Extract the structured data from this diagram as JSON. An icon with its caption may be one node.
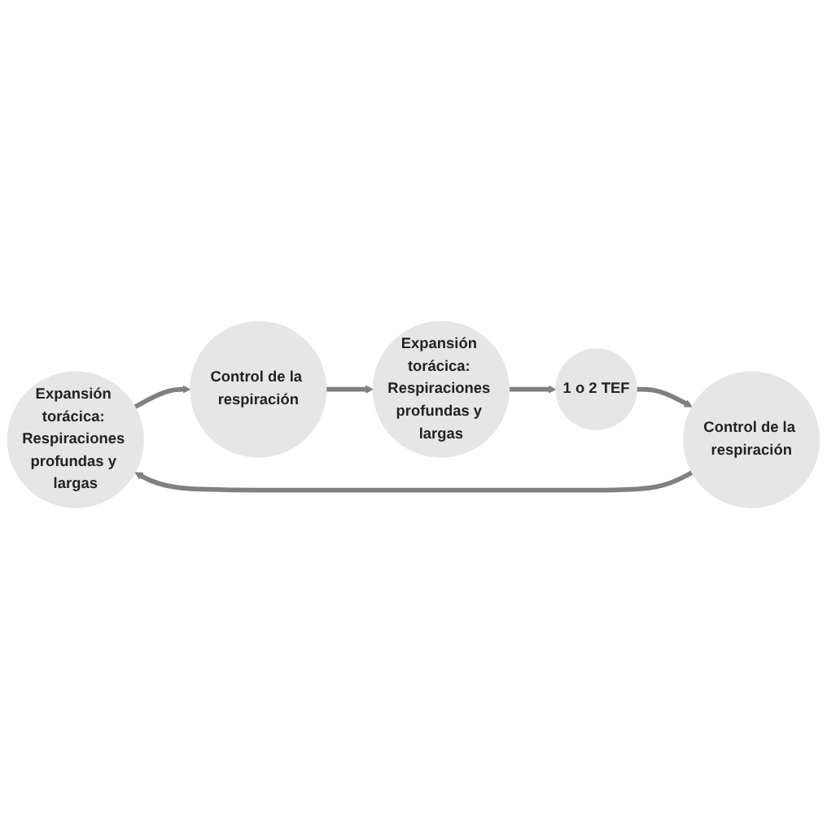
{
  "diagram": {
    "nodes": [
      {
        "text": [
          "Expansión torácica: Respiraciones profundas y largas"
        ]
      },
      {
        "text": [
          "Control de la respiración"
        ]
      },
      {
        "text": [
          "Expansión torácica: Respiraciones profundas y largas"
        ]
      },
      {
        "text": [
          "1 o 2 TEF"
        ]
      },
      {
        "text": [
          "Control de la respiración"
        ]
      }
    ],
    "edges": [
      {
        "from": 0,
        "to": 1,
        "arrow": "to"
      },
      {
        "from": 1,
        "to": 2,
        "arrow": "to"
      },
      {
        "from": 2,
        "to": 3,
        "arrow": "to"
      },
      {
        "from": 3,
        "to": 4,
        "arrow": "to"
      },
      {
        "from": 4,
        "to": 0,
        "arrow": "to"
      }
    ]
  }
}
